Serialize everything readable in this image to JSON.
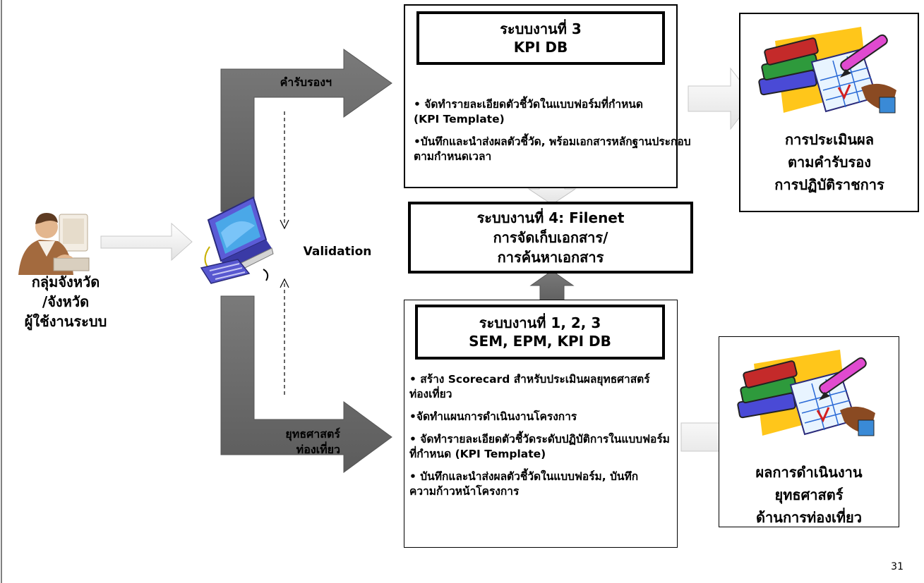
{
  "system3": {
    "title_line1": "ระบบงานที่ 3",
    "title_line2": "KPI DB",
    "bullet1": "• จัดทำรายละเอียดตัวชี้วัดในแบบฟอร์มที่กำหนด (KPI Template)",
    "bullet2": "•บันทึกและนำส่งผลตัวชี้วัด, พร้อมเอกสารหลักฐานประกอบ ตามกำหนดเวลา"
  },
  "system4": {
    "line1": "ระบบงานที่ 4: Filenet",
    "line2": "การจัดเก็บเอกสาร/",
    "line3": "การค้นหาเอกสาร"
  },
  "system123": {
    "title_line1": "ระบบงานที่ 1, 2, 3",
    "title_line2": "SEM, EPM, KPI DB",
    "bullet1": "• สร้าง Scorecard สำหรับประเมินผลยุทธศาสตร์ท่องเที่ยว",
    "bullet2": "•จัดทำแผนการดำเนินงานโครงการ",
    "bullet3": "• จัดทำรายละเอียดตัวชี้วัดระดับปฏิบัติการในแบบฟอร์มที่กำหนด (KPI Template)",
    "bullet4": "• บันทึกและนำส่งผลตัวชี้วัดในแบบฟอร์ม, บันทึกความก้าวหน้าโครงการ"
  },
  "outcome_top": {
    "line1": "การประเมินผล",
    "line2": "ตามคำรับรอง",
    "line3": "การปฏิบัติราชการ"
  },
  "outcome_bottom": {
    "line1": "ผลการดำเนินงาน",
    "line2": "ยุทธศาสตร์",
    "line3": "ด้านการท่องเที่ยว"
  },
  "user": {
    "line1": "กลุ่มจังหวัด",
    "line2": "/จังหวัด",
    "line3": "ผู้ใช้งานระบบ"
  },
  "arrows": {
    "upper_label": "คำรับรองฯ",
    "lower_label_line1": "ยุทธศาสตร์",
    "lower_label_line2": "ท่องเที่ยว"
  },
  "validation_label": "Validation",
  "page_number": "31",
  "icons": {
    "user": "businessman-at-desk-icon",
    "computer": "computer-icon",
    "books": "books-and-pen-icon"
  },
  "colors": {
    "dark_arrow": "#6e6e6e",
    "light_arrow": "#f2f2f2"
  }
}
